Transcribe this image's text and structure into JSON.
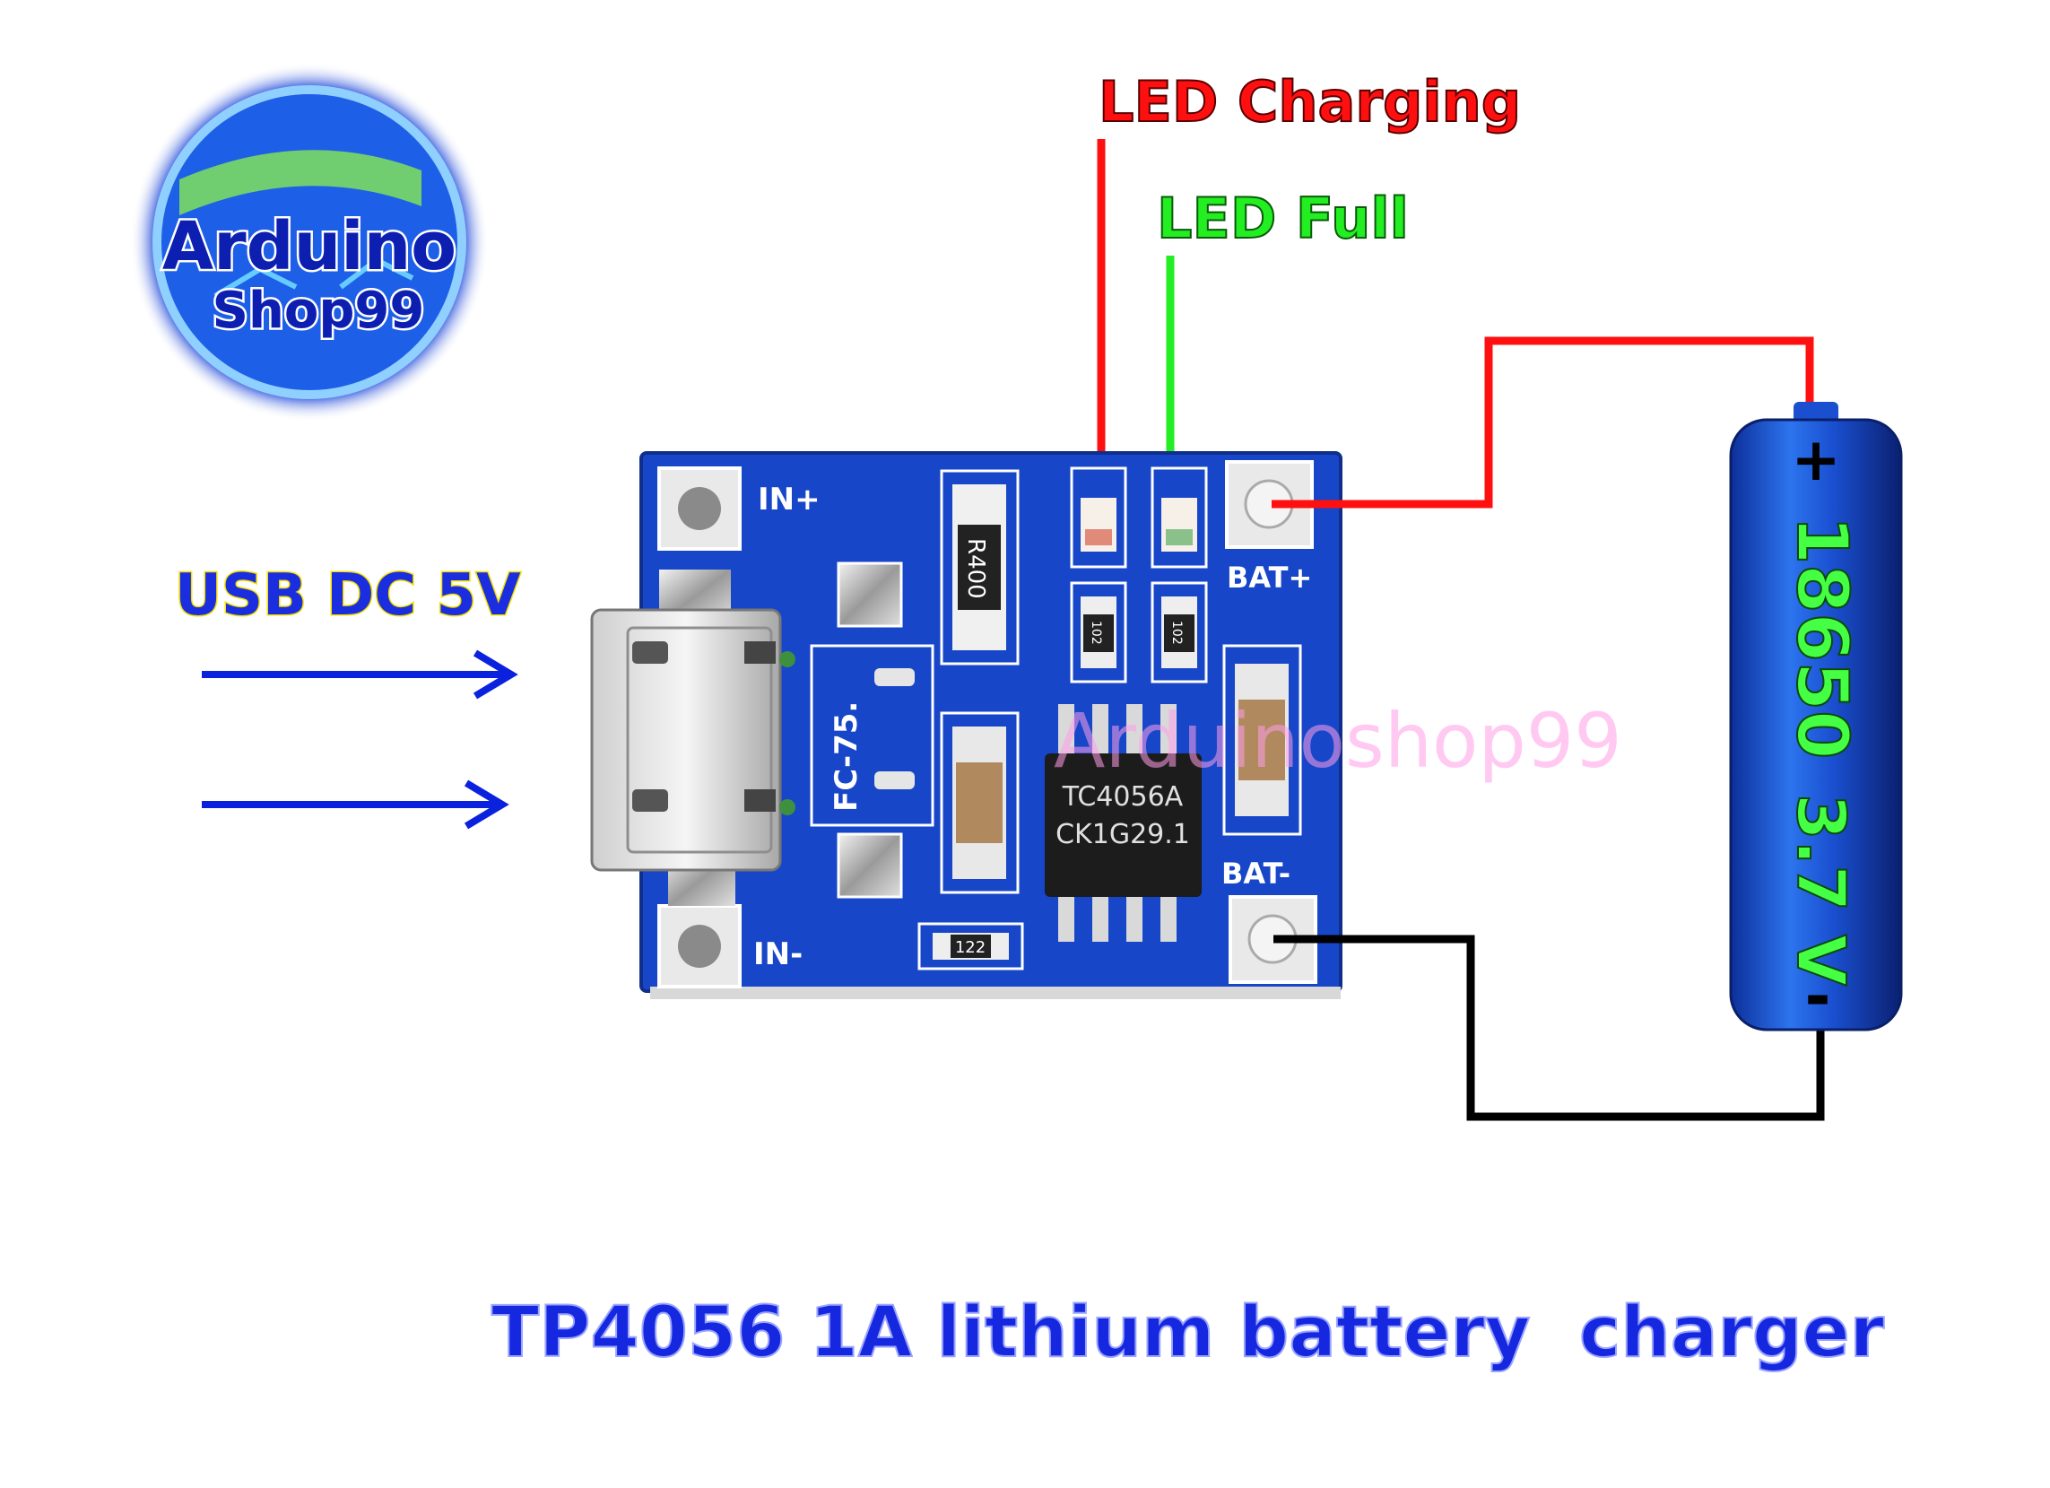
{
  "logo": {
    "line1": "Arduino",
    "line2": "Shop99"
  },
  "labels": {
    "led_charging": "LED Charging",
    "led_full": "LED Full",
    "usb_input": "USB DC 5V",
    "title": "TP4056 1A lithium battery  charger"
  },
  "board": {
    "pad_in_plus": "IN+",
    "pad_in_minus": "IN-",
    "pad_bat_plus": "BAT+",
    "pad_bat_minus": "BAT-",
    "inductor_mark": "FC-75.",
    "resistor_r400": "R400",
    "resistor_102_a": "102",
    "resistor_102_b": "102",
    "resistor_122": "122",
    "chip_line1": "TC4056A",
    "chip_line2": "CK1G29.1",
    "watermark": "Arduinoshop99"
  },
  "battery": {
    "plus": "+",
    "model": "18650",
    "voltage": "3.7 V",
    "minus": "-"
  },
  "colors": {
    "red_wire": "#ff1010",
    "black_wire": "#000000",
    "blue_arrow": "#0a22dd",
    "green_label": "#22ee22",
    "red_label": "#ff1010",
    "pcb_blue": "#1746c8",
    "title_blue": "#1528e0",
    "battery_blue": "#1a4fd0"
  }
}
